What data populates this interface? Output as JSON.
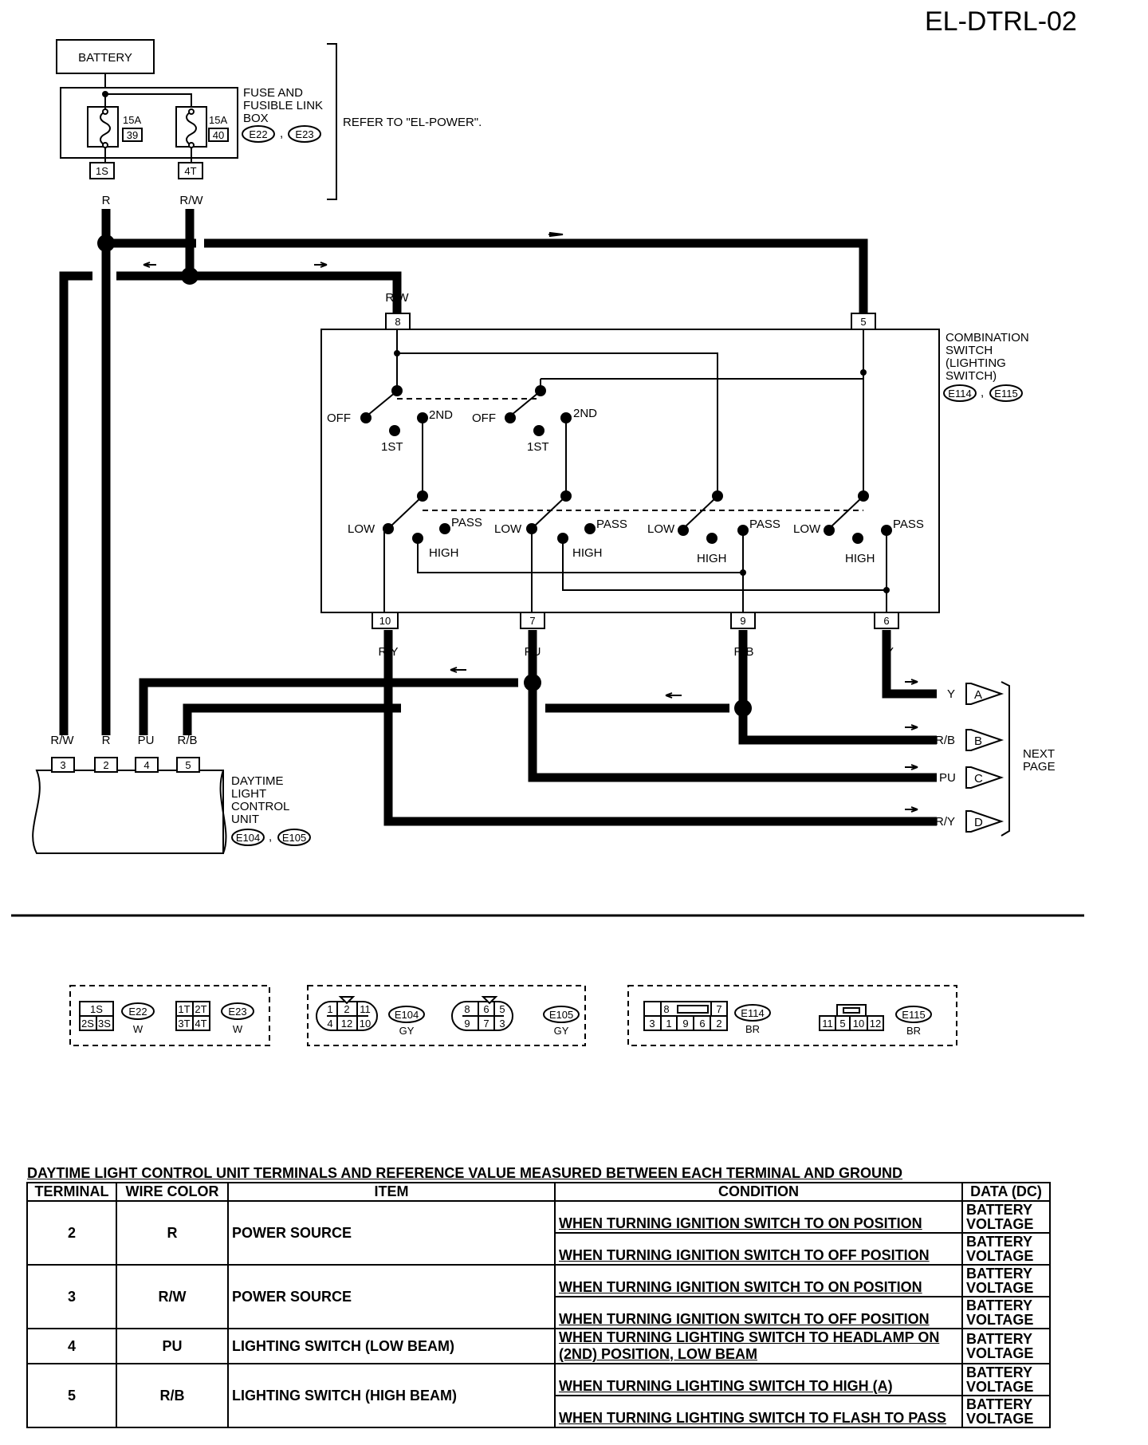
{
  "page_id": "EL-DTRL-02",
  "battery": {
    "label": "BATTERY"
  },
  "fuse_box": {
    "title_lines": [
      "FUSE AND",
      "FUSIBLE LINK",
      "BOX"
    ],
    "connectors": [
      "E22",
      "E23"
    ],
    "fuses": [
      {
        "rating": "15A",
        "number": "39",
        "terminal": "1S",
        "wire": "R"
      },
      {
        "rating": "15A",
        "number": "40",
        "terminal": "4T",
        "wire": "R/W"
      }
    ],
    "refer_note": "REFER TO \"EL-POWER\"."
  },
  "combination_switch": {
    "title_lines": [
      "COMBINATION",
      "SWITCH",
      "(LIGHTING",
      "SWITCH)"
    ],
    "connectors": [
      "E114",
      "E115"
    ],
    "input_terminals": [
      {
        "pin": "8",
        "wire": "R/W"
      },
      {
        "pin": "5",
        "wire": "R"
      }
    ],
    "output_terminals": [
      {
        "pin": "10",
        "wire": "R/Y"
      },
      {
        "pin": "7",
        "wire": "PU"
      },
      {
        "pin": "9",
        "wire": "R/B"
      },
      {
        "pin": "6",
        "wire": "Y"
      }
    ],
    "position_labels": {
      "off": "OFF",
      "first": "1ST",
      "second": "2ND",
      "low": "LOW",
      "high": "HIGH",
      "pass": "PASS"
    }
  },
  "control_unit": {
    "title_lines": [
      "DAYTIME",
      "LIGHT",
      "CONTROL",
      "UNIT"
    ],
    "connectors": [
      "E104",
      "E105"
    ],
    "terminals": [
      {
        "pin": "3",
        "wire": "R/W"
      },
      {
        "pin": "2",
        "wire": "R"
      },
      {
        "pin": "4",
        "wire": "PU"
      },
      {
        "pin": "5",
        "wire": "R/B"
      }
    ]
  },
  "next_page": {
    "label_lines": [
      "NEXT",
      "PAGE"
    ],
    "outputs": [
      {
        "id": "A",
        "wire": "Y"
      },
      {
        "id": "B",
        "wire": "R/B"
      },
      {
        "id": "C",
        "wire": "PU"
      },
      {
        "id": "D",
        "wire": "R/Y"
      }
    ]
  },
  "connector_views": [
    {
      "id": "E22",
      "color": "W",
      "pins": [
        [
          "1S"
        ],
        [
          "2S",
          "3S"
        ]
      ]
    },
    {
      "id": "E23",
      "color": "W",
      "pins": [
        [
          "1T",
          "2T"
        ],
        [
          "3T",
          "4T"
        ]
      ]
    },
    {
      "id": "E104",
      "color": "GY",
      "pins": [
        [
          "1",
          "2",
          "11"
        ],
        [
          "4",
          "12",
          "10"
        ]
      ]
    },
    {
      "id": "E105",
      "color": "GY",
      "pins": [
        [
          "8",
          "6",
          "5"
        ],
        [
          "9",
          "7",
          "3"
        ]
      ]
    },
    {
      "id": "E114",
      "color": "BR",
      "pins": [
        [
          "8",
          "7"
        ],
        [
          "3",
          "1",
          "9",
          "6",
          "2"
        ]
      ]
    },
    {
      "id": "E115",
      "color": "BR",
      "pins": [
        [
          "11",
          "5",
          "10",
          "12"
        ]
      ]
    }
  ],
  "table": {
    "caption": "DAYTIME LIGHT CONTROL UNIT TERMINALS AND REFERENCE VALUE MEASURED BETWEEN EACH TERMINAL AND GROUND",
    "headers": [
      "TERMINAL",
      "WIRE COLOR",
      "ITEM",
      "CONDITION",
      "DATA (DC)"
    ],
    "rows": [
      {
        "terminal": "2",
        "wire": "R",
        "item": "POWER SOURCE",
        "conditions": [
          {
            "condition": "WHEN TURNING IGNITION SWITCH TO ON POSITION",
            "data": "BATTERY VOLTAGE"
          },
          {
            "condition": "WHEN TURNING IGNITION SWITCH TO OFF POSITION",
            "data": "BATTERY VOLTAGE"
          }
        ]
      },
      {
        "terminal": "3",
        "wire": "R/W",
        "item": "POWER SOURCE",
        "conditions": [
          {
            "condition": "WHEN TURNING IGNITION SWITCH TO ON POSITION",
            "data": "BATTERY VOLTAGE"
          },
          {
            "condition": "WHEN TURNING IGNITION SWITCH TO OFF POSITION",
            "data": "BATTERY VOLTAGE"
          }
        ]
      },
      {
        "terminal": "4",
        "wire": "PU",
        "item": "LIGHTING SWITCH (LOW BEAM)",
        "conditions": [
          {
            "condition": "WHEN TURNING LIGHTING SWITCH TO HEADLAMP ON (2ND) POSITION, LOW BEAM",
            "data": "BATTERY VOLTAGE"
          }
        ]
      },
      {
        "terminal": "5",
        "wire": "R/B",
        "item": "LIGHTING SWITCH (HIGH BEAM)",
        "conditions": [
          {
            "condition": "WHEN TURNING LIGHTING SWITCH TO HIGH (A)",
            "data": "BATTERY VOLTAGE"
          },
          {
            "condition": "WHEN TURNING LIGHTING SWITCH TO FLASH TO PASS",
            "data": "BATTERY VOLTAGE"
          }
        ]
      }
    ]
  }
}
